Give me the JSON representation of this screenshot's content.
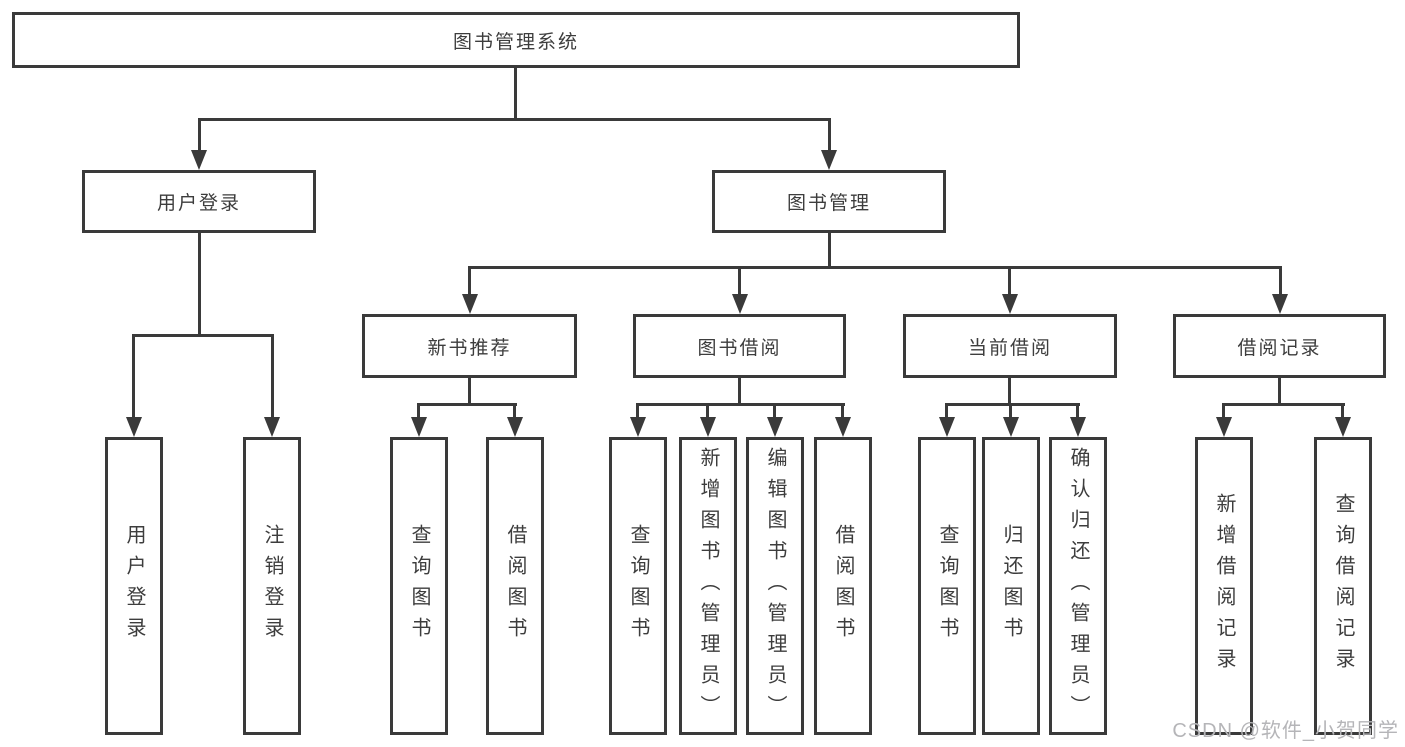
{
  "tree": {
    "label": "图书管理系统",
    "children": [
      {
        "label": "用户登录",
        "children": [
          {
            "label": "用户登录"
          },
          {
            "label": "注销登录"
          }
        ]
      },
      {
        "label": "图书管理",
        "children": [
          {
            "label": "新书推荐",
            "children": [
              {
                "label": "查询图书"
              },
              {
                "label": "借阅图书"
              }
            ]
          },
          {
            "label": "图书借阅",
            "children": [
              {
                "label": "查询图书"
              },
              {
                "label": "新增图书（管理员）"
              },
              {
                "label": "编辑图书（管理员）"
              },
              {
                "label": "借阅图书"
              }
            ]
          },
          {
            "label": "当前借阅",
            "children": [
              {
                "label": "查询图书"
              },
              {
                "label": "归还图书"
              },
              {
                "label": "确认归还（管理员）"
              }
            ]
          },
          {
            "label": "借阅记录",
            "children": [
              {
                "label": "新增借阅记录"
              },
              {
                "label": "查询借阅记录"
              }
            ]
          }
        ]
      }
    ]
  },
  "watermark": "CSDN @软件_小贺同学",
  "colors": {
    "line": "#3a3a3a",
    "text": "#3d3d3d",
    "watermark": "#b5b5b8",
    "background": "#ffffff"
  }
}
